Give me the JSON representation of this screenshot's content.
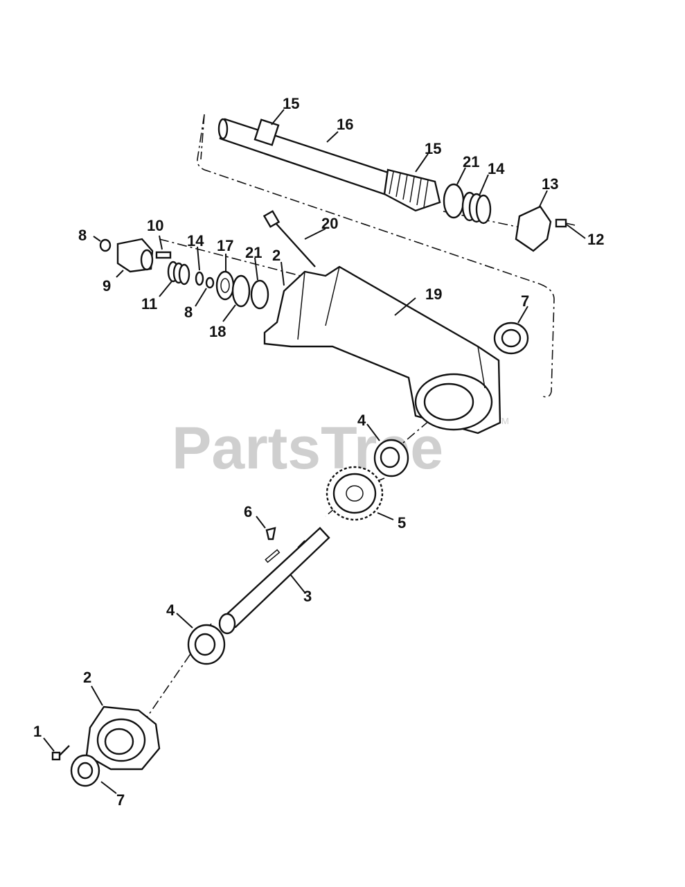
{
  "watermark": {
    "text": "PartsTree",
    "tm": "TM"
  },
  "callouts": {
    "c1": "1",
    "c2a": "2",
    "c2b": "2",
    "c3": "3",
    "c4a": "4",
    "c4b": "4",
    "c5": "5",
    "c6": "6",
    "c7a": "7",
    "c7b": "7",
    "c8a": "8",
    "c8b": "8",
    "c9": "9",
    "c10": "10",
    "c11": "11",
    "c12": "12",
    "c13": "13",
    "c14a": "14",
    "c14b": "14",
    "c15a": "15",
    "c15b": "15",
    "c16": "16",
    "c17": "17",
    "c18": "18",
    "c19": "19",
    "c20": "20",
    "c21a": "21",
    "c21b": "21"
  }
}
